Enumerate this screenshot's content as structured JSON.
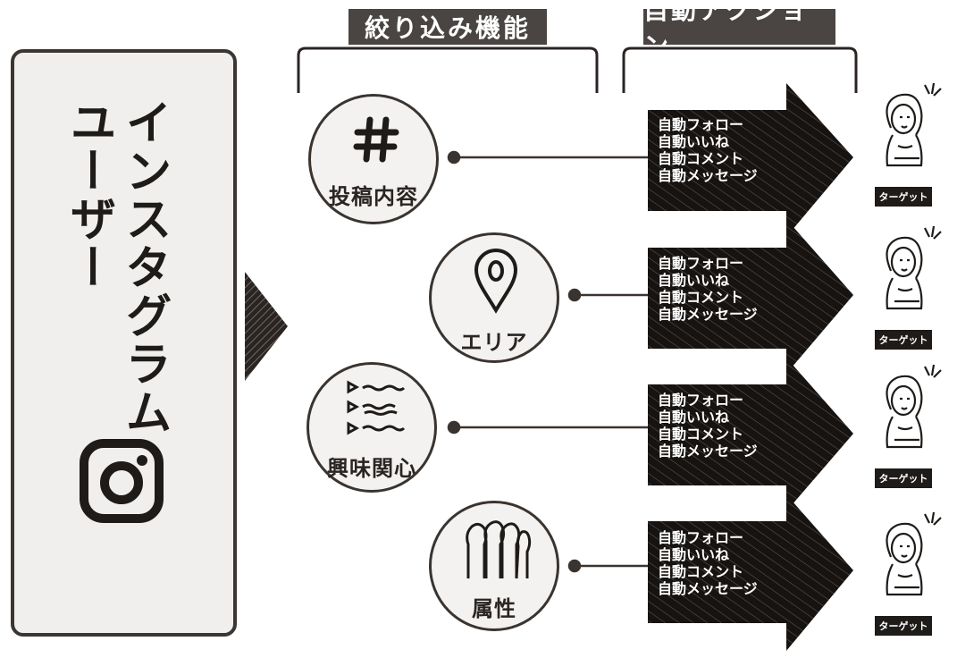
{
  "user_box": {
    "text": "インスタグラムユーザー",
    "icon": "instagram-icon"
  },
  "headers": {
    "filter": "絞り込み機能",
    "action": "自動アクション"
  },
  "filters": [
    {
      "icon": "hashtag-icon",
      "label": "投稿内容"
    },
    {
      "icon": "map-pin-icon",
      "label": "エリア"
    },
    {
      "icon": "interest-list-icon",
      "label": "興味関心"
    },
    {
      "icon": "people-silhouettes-icon",
      "label": "属性"
    }
  ],
  "actions": [
    "自動フォロー",
    "自動いいね",
    "自動コメント",
    "自動メッセージ"
  ],
  "target_label": "ターゲット",
  "colors": {
    "dark": "#1e1b18",
    "box_bg": "#f1efed",
    "header_bg": "#4a4542"
  }
}
